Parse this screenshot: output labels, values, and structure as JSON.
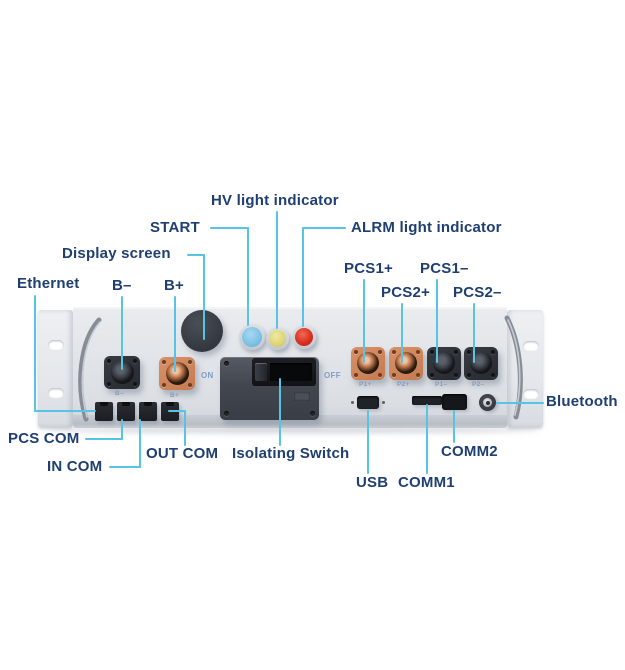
{
  "diagram": {
    "callouts": {
      "hv": "HV light indicator",
      "start": "START",
      "alrm": "ALRM light indicator",
      "display": "Display screen",
      "ethernet": "Ethernet",
      "b_minus": "B–",
      "b_plus": "B+",
      "pcs1_plus": "PCS1+",
      "pcs2_plus": "PCS2+",
      "pcs1_minus": "PCS1–",
      "pcs2_minus": "PCS2–",
      "bluetooth": "Bluetooth",
      "pcs_com": "PCS COM",
      "in_com": "IN COM",
      "out_com": "OUT COM",
      "isolating_switch": "Isolating Switch",
      "usb": "USB",
      "comm1": "COMM1",
      "comm2": "COMM2"
    },
    "panel_markings": {
      "on": "ON",
      "off": "OFF",
      "b_minus": "B–",
      "b_plus": "B+",
      "p1_plus": "P1+",
      "p2_plus": "P2+",
      "p1_minus": "P1–",
      "p2_minus": "P2–"
    },
    "colors": {
      "background": "#ffffff",
      "callout_text": "#1f3e72",
      "leader_line": "#57c4e5",
      "panel_face": "#e2e5e9",
      "panel_flange": "#eaedf0",
      "start_button": "#7cc0e4",
      "hv_indicator": "#dcd573",
      "alrm_indicator": "#dc2f1f",
      "positive_terminal": "#cd835b",
      "negative_terminal": "#2b2e34",
      "switch_body": "#42464f"
    }
  }
}
